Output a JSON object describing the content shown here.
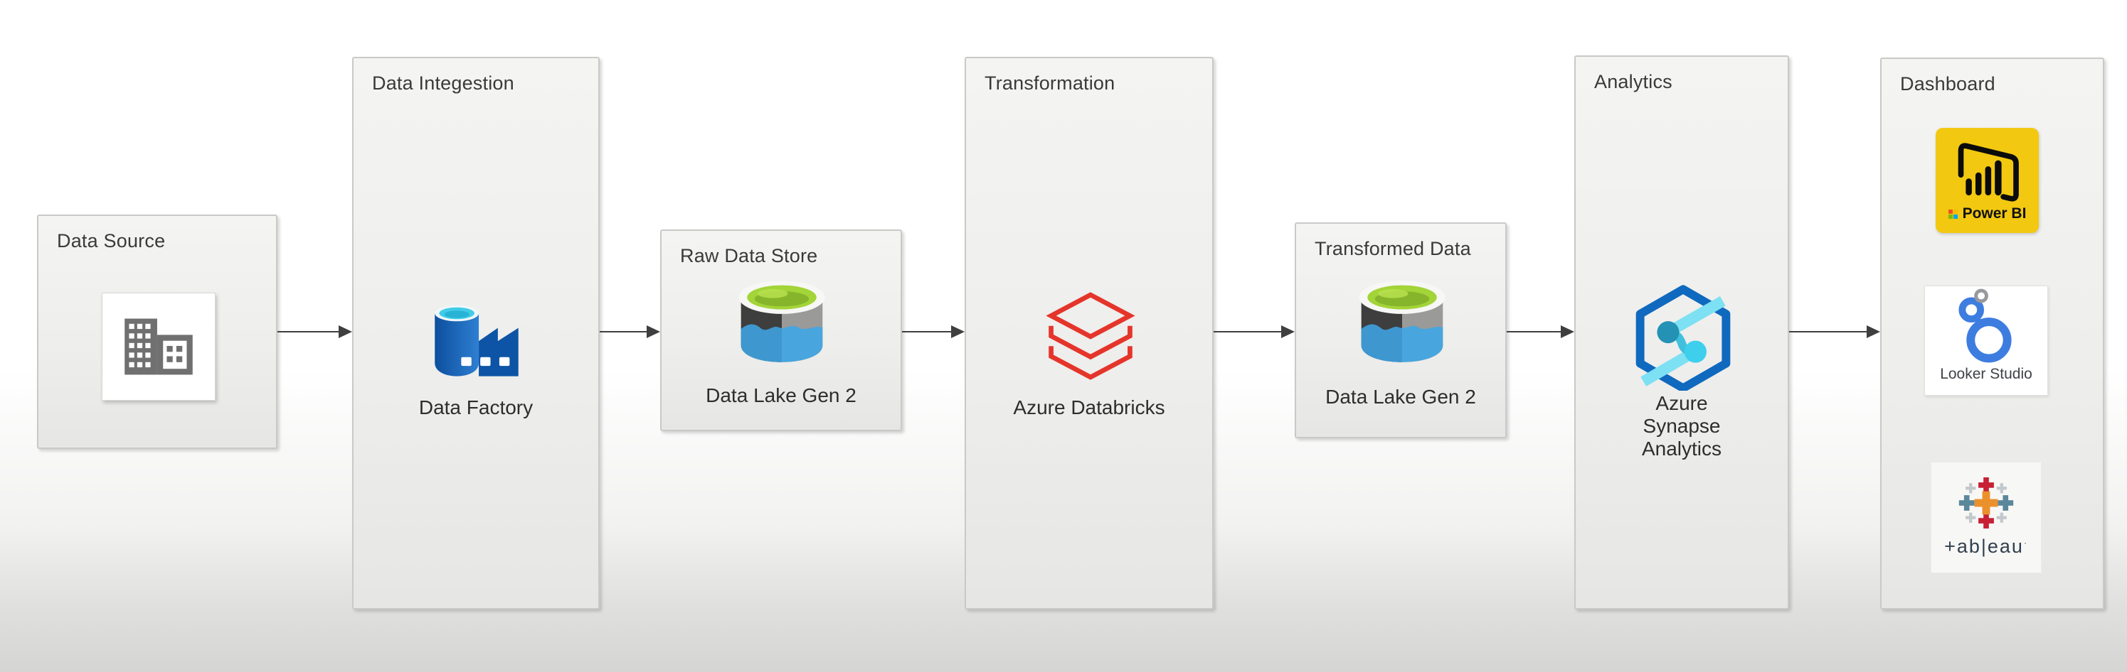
{
  "stages": {
    "data_source": {
      "title": "Data Source"
    },
    "data_ingestion": {
      "title": "Data Integestion",
      "item": "Data Factory"
    },
    "raw_data_store": {
      "title": "Raw Data Store",
      "item": "Data Lake Gen 2"
    },
    "transformation": {
      "title": "Transformation",
      "item": "Azure Databricks"
    },
    "transformed_data": {
      "title": "Transformed Data",
      "item": "Data Lake Gen 2"
    },
    "analytics": {
      "title": "Analytics",
      "item": "Azure Synapse Analytics"
    },
    "dashboard": {
      "title": "Dashboard",
      "power_bi_label": "Power BI",
      "looker_label": "Looker Studio",
      "tableau_wordmark": "+ab|eau",
      "tableau_tm": "·"
    }
  },
  "edges": [
    {
      "from": "Data Source",
      "to": "Data Integestion"
    },
    {
      "from": "Data Integestion",
      "to": "Raw Data Store"
    },
    {
      "from": "Raw Data Store",
      "to": "Transformation"
    },
    {
      "from": "Transformation",
      "to": "Transformed Data"
    },
    {
      "from": "Transformed Data",
      "to": "Analytics"
    },
    {
      "from": "Analytics",
      "to": "Dashboard"
    }
  ],
  "colors": {
    "box_fill": "#efefed",
    "box_border": "#c9c9c7",
    "arrow": "#3f3f3f",
    "data_factory_blue": "#1565c0",
    "data_lake_lime": "#a3d438",
    "data_lake_blue": "#49a5dd",
    "databricks_red": "#e5352b",
    "synapse_blue": "#0f69be",
    "synapse_cyan": "#7de0f3",
    "power_bi_yellow": "#f2c811",
    "looker_blue": "#3e7de0",
    "tableau_orange": "#eb912c",
    "tableau_crimson": "#c72035",
    "tableau_steel": "#5b879b",
    "tableau_slate": "#31404e"
  }
}
